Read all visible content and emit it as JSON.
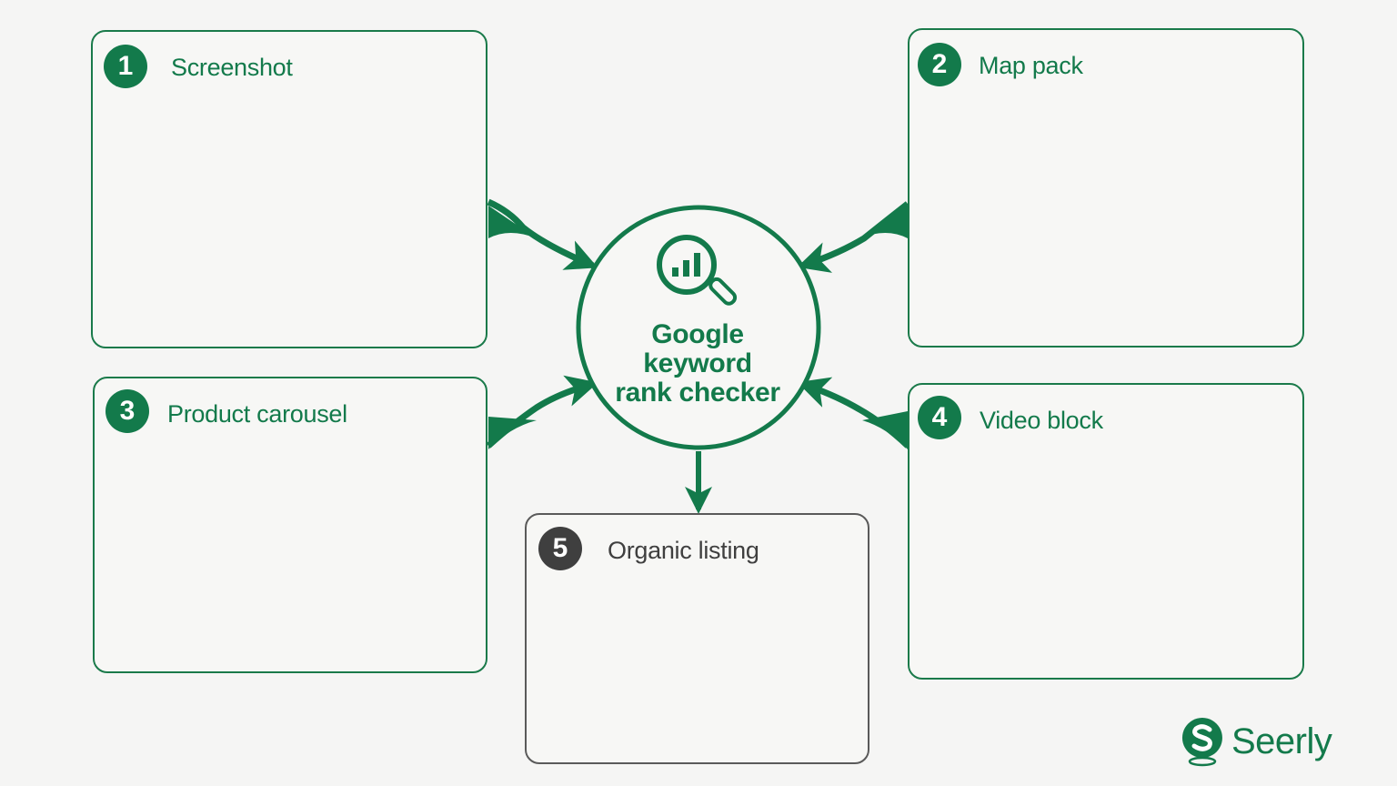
{
  "colors": {
    "brand_green": "#137a4b",
    "dark_grey": "#3f3f3f",
    "background": "#f5f5f4"
  },
  "hub": {
    "icon": "magnifier-bar-chart-icon",
    "title_lines": [
      "Google",
      "keyword",
      "rank checker"
    ]
  },
  "panels": [
    {
      "number": "1",
      "title": "Screenshot",
      "icon": "desktop-monitor-icon"
    },
    {
      "number": "2",
      "title": "Map pack",
      "icon": "map-pin-icon"
    },
    {
      "number": "3",
      "title": "Product carousel",
      "icon": "product-cards-icon",
      "products": [
        "sneaker-icon",
        "backpack-icon",
        "watch-icon",
        "headphones-icon",
        "bottle-icon"
      ]
    },
    {
      "number": "4",
      "title": "Video block",
      "icon": "play-button-icon"
    },
    {
      "number": "5",
      "title": "Organic listing",
      "icon": "search-result-icon"
    }
  ],
  "brand": {
    "logo_icon": "seerly-s-logo-icon",
    "name": "Seerly"
  }
}
